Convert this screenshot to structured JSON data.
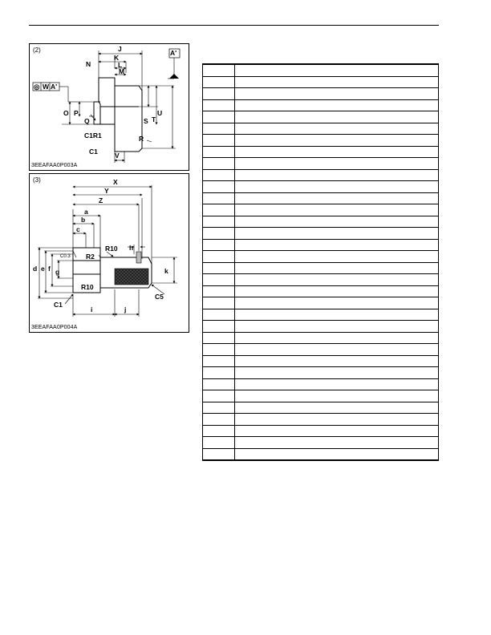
{
  "figure2": {
    "tag": "(2)",
    "code": "3EEAFAA0P003A",
    "datum_ref": "A'",
    "frame_symbol": "◎",
    "frame_letter": "W",
    "frame_datum": "A'",
    "labels": {
      "J": "J",
      "K": "K",
      "L": "L",
      "M": "M",
      "N": "N",
      "O": "O",
      "P": "P",
      "Q": "Q",
      "S": "S",
      "T": "T",
      "U": "U",
      "V": "V",
      "R": "R",
      "C1R1": "C1R1",
      "C1": "C1"
    }
  },
  "figure3": {
    "tag": "(3)",
    "code": "3EEAFAA0P004A",
    "labels": {
      "X": "X",
      "Y": "Y",
      "Z": "Z",
      "a": "a",
      "b": "b",
      "c": "c",
      "d": "d",
      "e": "e",
      "f": "f",
      "g": "g",
      "h": "h",
      "i": "i",
      "j": "j",
      "k": "k",
      "R10_top": "R10",
      "R10_bottom": "R10",
      "R2": "R2",
      "C03": "C0.3",
      "C1": "C1",
      "C5": "C5"
    }
  },
  "table": {
    "rows": [
      [
        "",
        ""
      ],
      [
        "",
        ""
      ],
      [
        "",
        ""
      ],
      [
        "",
        ""
      ],
      [
        "",
        ""
      ],
      [
        "",
        ""
      ],
      [
        "",
        ""
      ],
      [
        "",
        ""
      ],
      [
        "",
        ""
      ],
      [
        "",
        ""
      ],
      [
        "",
        ""
      ],
      [
        "",
        ""
      ],
      [
        "",
        ""
      ],
      [
        "",
        ""
      ],
      [
        "",
        ""
      ],
      [
        "",
        ""
      ],
      [
        "",
        ""
      ],
      [
        "",
        ""
      ],
      [
        "",
        ""
      ],
      [
        "",
        ""
      ],
      [
        "",
        ""
      ],
      [
        "",
        ""
      ],
      [
        "",
        ""
      ],
      [
        "",
        ""
      ],
      [
        "",
        ""
      ],
      [
        "",
        ""
      ],
      [
        "",
        ""
      ],
      [
        "",
        ""
      ],
      [
        "",
        ""
      ],
      [
        "",
        ""
      ],
      [
        "",
        ""
      ],
      [
        "",
        ""
      ],
      [
        "",
        ""
      ],
      [
        "",
        ""
      ]
    ]
  }
}
